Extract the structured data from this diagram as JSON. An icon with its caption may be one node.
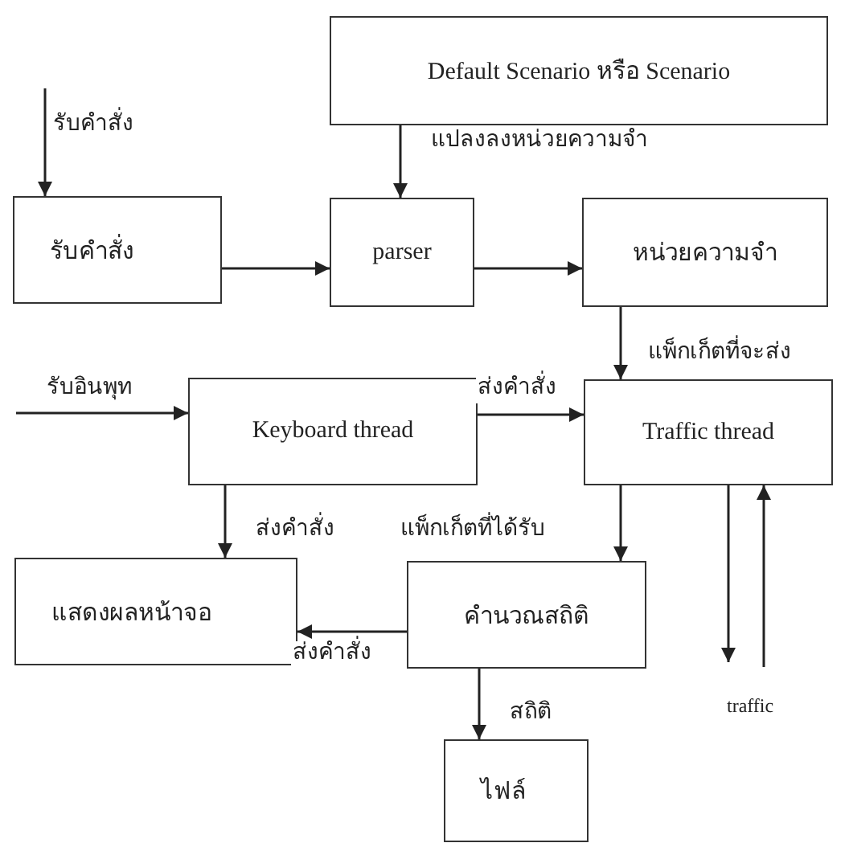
{
  "diagram": {
    "nodes": [
      {
        "text": [
          "Default Scenario หรือ Scenario"
        ]
      },
      {
        "text": [
          "รับคำสั่ง"
        ]
      },
      {
        "text": [
          "parser"
        ]
      },
      {
        "text": [
          "หน่วยความจำ"
        ]
      },
      {
        "text": [
          "Keyboard thread"
        ]
      },
      {
        "text": [
          "Traffic thread"
        ]
      },
      {
        "text": [
          "แสดงผลหน้าจอ"
        ]
      },
      {
        "text": [
          "คำนวณสถิติ"
        ]
      },
      {
        "text": [
          "ไฟล์"
        ]
      }
    ],
    "edges": [
      {
        "from": null,
        "to": 1,
        "arrow": "to",
        "label": "รับคำสั่ง"
      },
      {
        "from": 0,
        "to": 2,
        "arrow": "to",
        "label": "แปลงลงหน่วยความจำ"
      },
      {
        "from": 1,
        "to": 2,
        "arrow": "to"
      },
      {
        "from": 2,
        "to": 3,
        "arrow": "to"
      },
      {
        "from": 3,
        "to": 5,
        "arrow": "to",
        "label": "แพ็กเก็ตที่จะส่ง"
      },
      {
        "from": null,
        "to": 4,
        "arrow": "to",
        "label": "รับอินพุท"
      },
      {
        "from": 4,
        "to": 5,
        "arrow": "to",
        "label": "ส่งคำสั่ง"
      },
      {
        "from": 4,
        "to": 6,
        "arrow": "to",
        "label": "ส่งคำสั่ง"
      },
      {
        "from": 5,
        "to": 7,
        "arrow": "to",
        "label": "แพ็กเก็ตที่ได้รับ"
      },
      {
        "from": 7,
        "to": 6,
        "arrow": "to",
        "label": "ส่งคำสั่ง"
      },
      {
        "from": 7,
        "to": 8,
        "arrow": "to",
        "label": "สถิติ"
      },
      {
        "from": 5,
        "to": null,
        "arrow": "to"
      },
      {
        "from": null,
        "to": 5,
        "arrow": "to"
      }
    ],
    "labels": [
      "traffic"
    ]
  }
}
